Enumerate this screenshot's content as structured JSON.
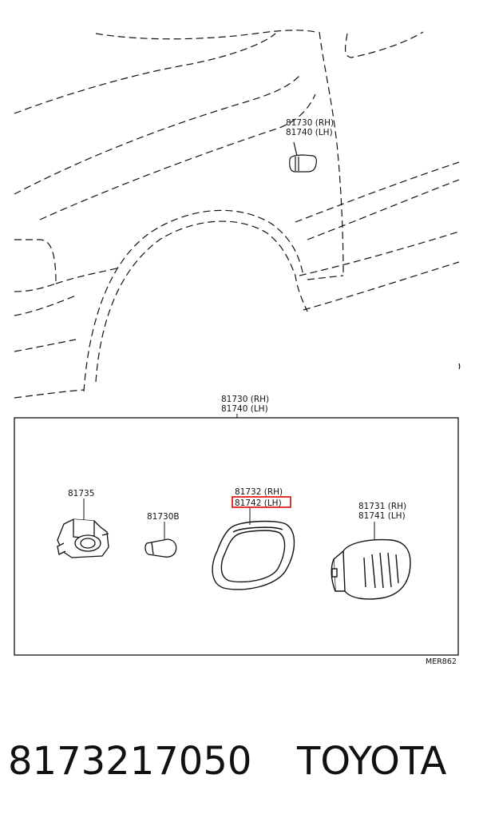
{
  "callouts": {
    "upper_rh": "81730 (RH)",
    "upper_lh": "81740 (LH)",
    "assembly_rh": "81730 (RH)",
    "assembly_lh": "81740 (LH)",
    "socket": "81735",
    "bulb": "81730B",
    "gasket_rh": "81732 (RH)",
    "gasket_lh": "81742 (LH)",
    "lens_rh": "81731 (RH)",
    "lens_lh": "81741 (LH)",
    "ref_code": "MER862"
  },
  "highlight_color": "#e0201c",
  "footer": {
    "part_number": "8173217050",
    "brand": "TOYOTA"
  }
}
